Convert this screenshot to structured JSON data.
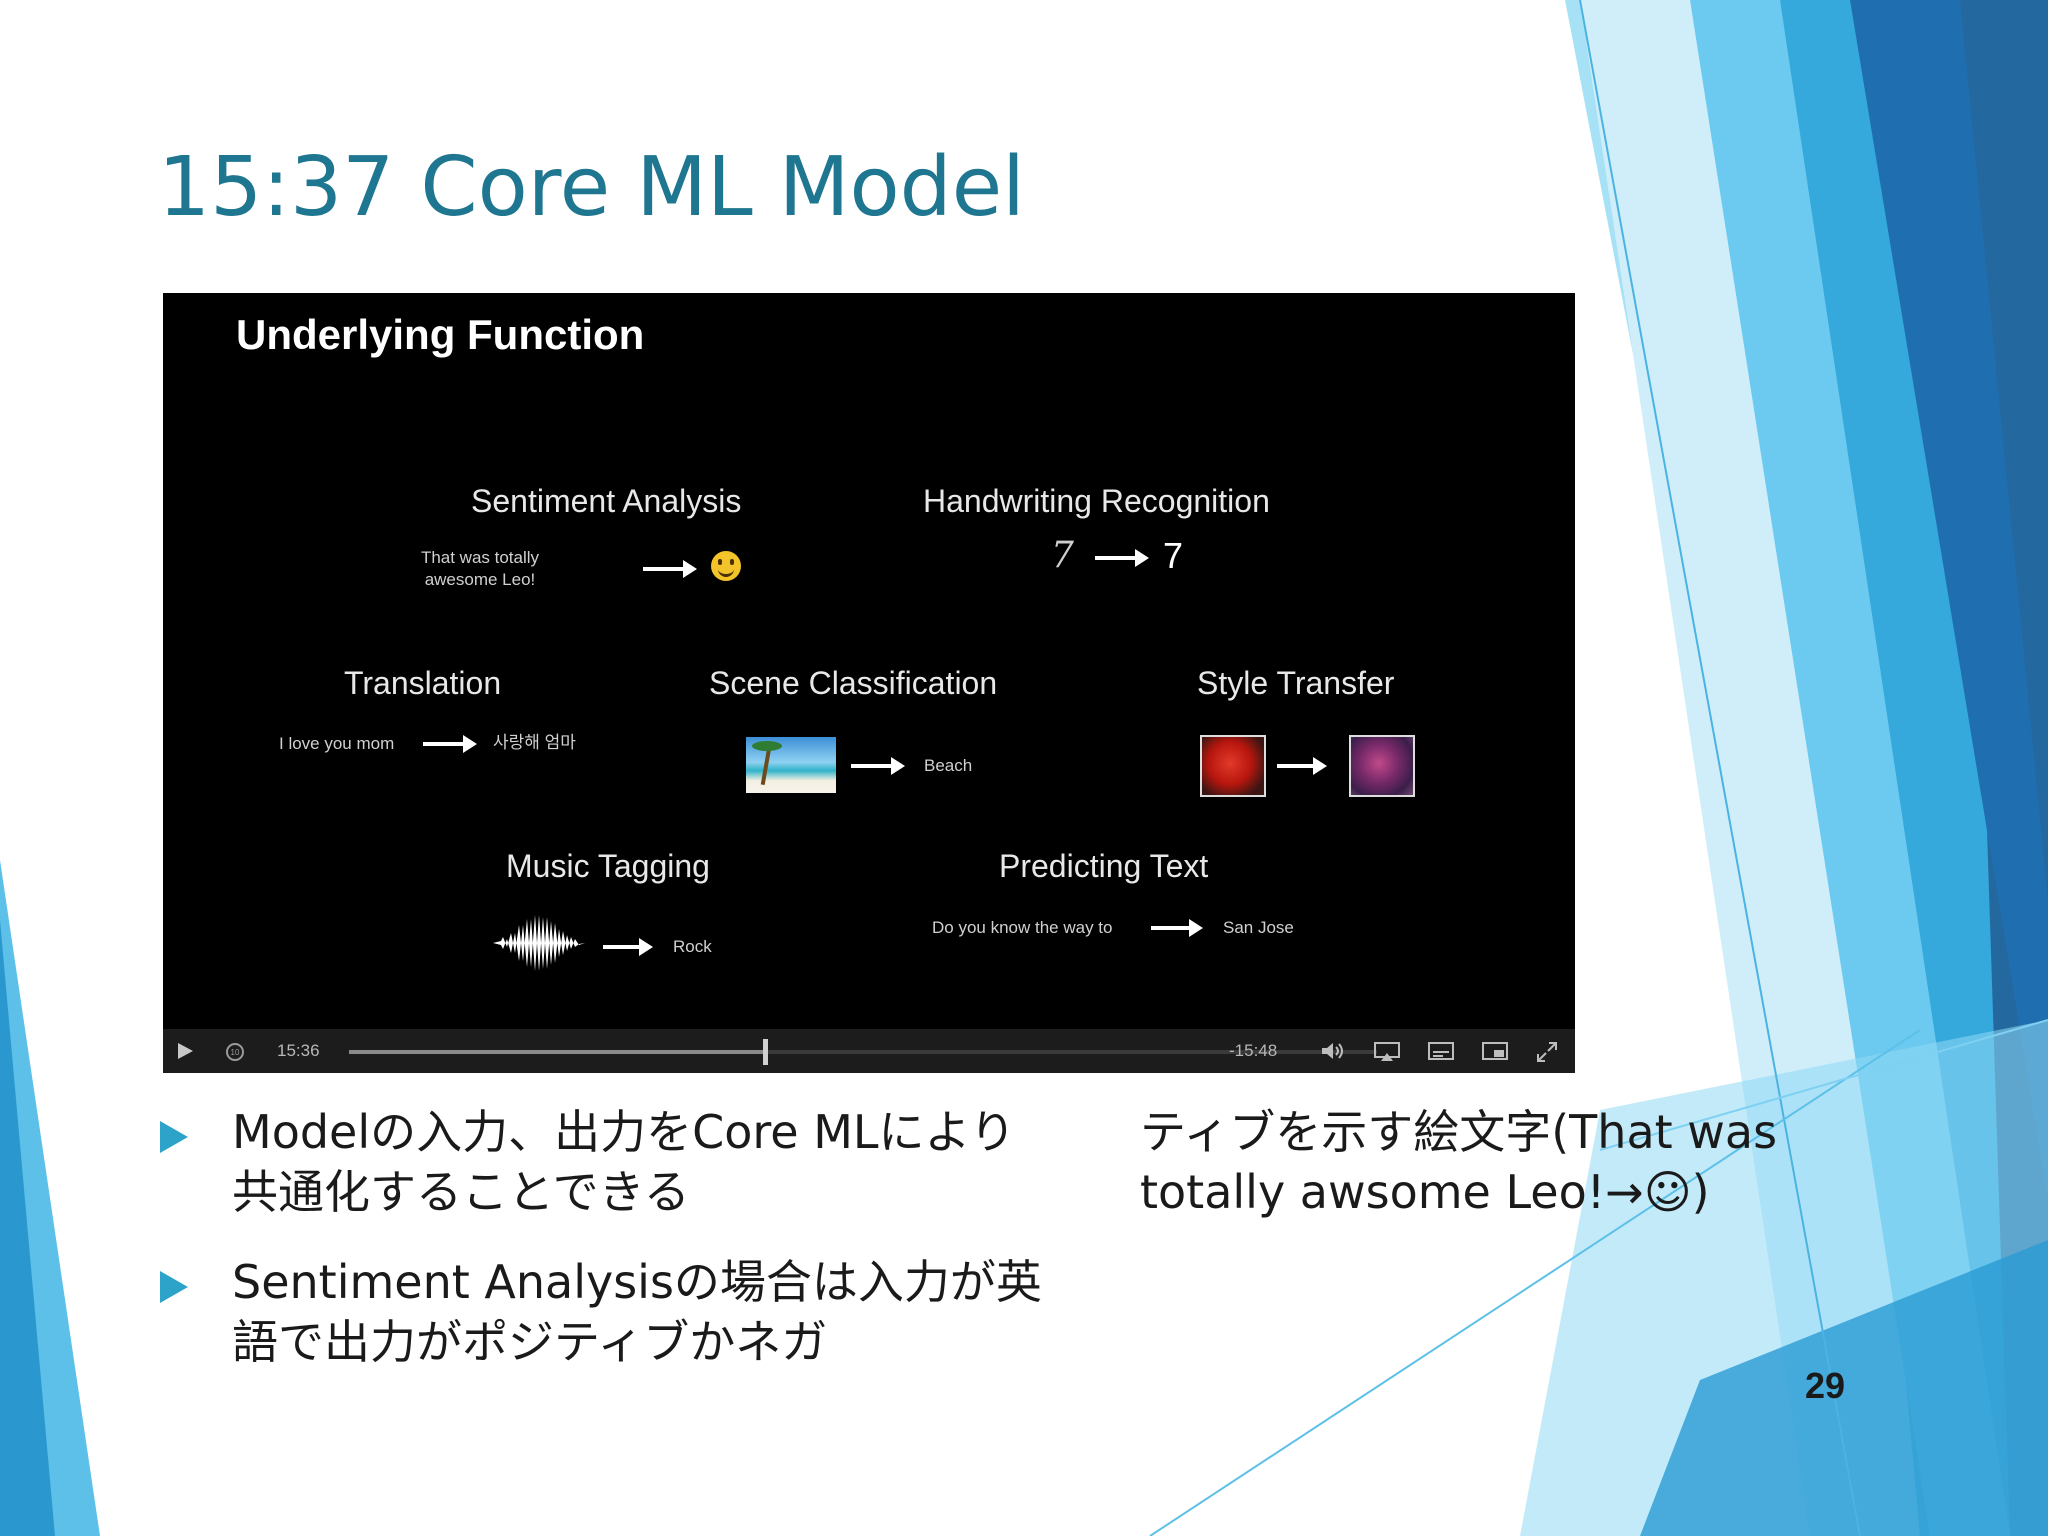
{
  "slide": {
    "title": "15:37 Core ML Model",
    "page_number": "29",
    "bullets": [
      "Modelの入力、出力をCore MLにより共通化することできる",
      "Sentiment Analysisの場合は入力が英語で出力がポジティブかネガ"
    ],
    "column2_text": "ティブを示す絵文字(That was totally awsome Leo!→☺)"
  },
  "video": {
    "heading": "Underlying Function",
    "tasks": {
      "sentiment": {
        "label": "Sentiment Analysis",
        "input": "That was totally awesome Leo!"
      },
      "handwriting": {
        "label": "Handwriting Recognition",
        "input": "7",
        "output": "7"
      },
      "translation": {
        "label": "Translation",
        "input": "I love you mom",
        "output": "사랑해 엄마"
      },
      "scene": {
        "label": "Scene Classification",
        "output": "Beach"
      },
      "style": {
        "label": "Style Transfer"
      },
      "music": {
        "label": "Music Tagging",
        "output": "Rock"
      },
      "predicting": {
        "label": "Predicting Text",
        "input": "Do you know the way to",
        "output": "San Jose"
      }
    },
    "player": {
      "elapsed": "15:36",
      "remaining": "-15:48",
      "progress_fraction": 0.405,
      "icons": [
        "play-icon",
        "replay-10-icon",
        "volume-icon",
        "airplay-icon",
        "subtitles-icon",
        "picture-in-picture-icon",
        "fullscreen-icon"
      ]
    }
  },
  "colors": {
    "title": "#1f7690",
    "bullet": "#2ea3c9",
    "video_bg": "#000000"
  }
}
